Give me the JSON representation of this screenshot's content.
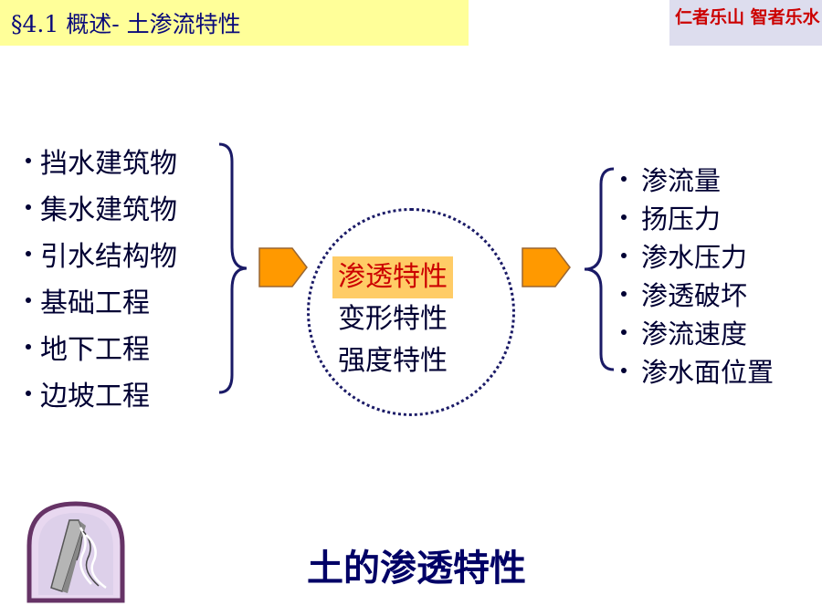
{
  "header": {
    "title": "§4.1  概述-  土渗流特性",
    "motto": "仁者乐山 智者乐水",
    "title_bg": "#ffff99",
    "motto_bg": "#ddddee",
    "motto_color": "#cc0000"
  },
  "structures": {
    "items": [
      "挡水建筑物",
      "集水建筑物",
      "引水结构物",
      "基础工程",
      "地下工程",
      "边坡工程"
    ]
  },
  "properties": {
    "items": [
      "渗透特性",
      "变形特性",
      "强度特性"
    ],
    "highlighted_index": 0,
    "highlight_color": "#ffcc66"
  },
  "issues": {
    "items": [
      "渗流量",
      "扬压力",
      "渗水压力",
      "渗透破坏",
      "渗流速度",
      "渗水面位置"
    ]
  },
  "conclusion": "土的渗透特性",
  "colors": {
    "arrow_fill": "#ff9900",
    "text": "#000033"
  }
}
